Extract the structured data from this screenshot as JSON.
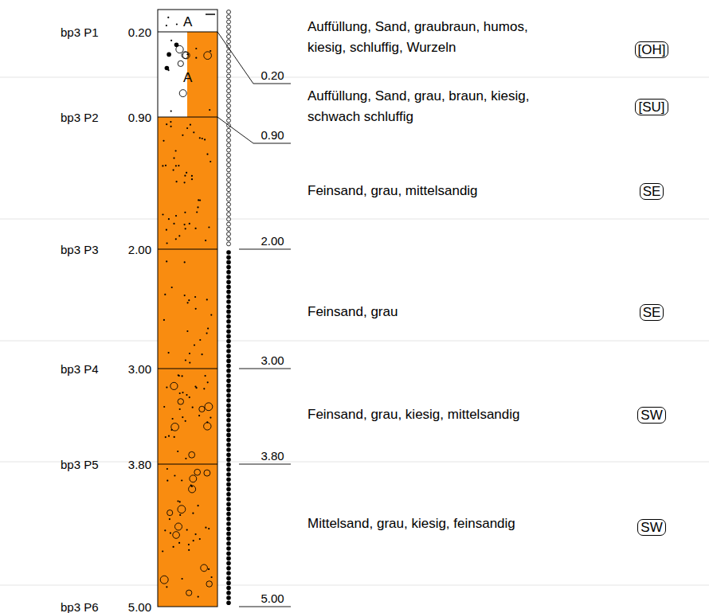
{
  "diagram": {
    "labels": [
      "bp3 P1",
      "0.20",
      "bp3 P2",
      "0.90",
      "bp3 P3",
      "2.00",
      "bp3 P4",
      "3.00",
      "bp3 P5",
      "3.80",
      "bp3 P6",
      "5.00",
      "A",
      "A",
      "0.20",
      "0.90",
      "2.00",
      "3.00",
      "3.80",
      "5.00",
      "Auffüllung, Sand, graubraun, humos, kiesig, schluffig, Wurzeln",
      "Auffüllung, Sand, grau, braun, kiesig, schwach schluffig",
      "Feinsand, grau, mittelsandig",
      "Feinsand, grau",
      "Feinsand, grau, kiesig, mittelsandig",
      "Mittelsand, grau, kiesig, feinsandig",
      "[OH]",
      "[SU]",
      "SE",
      "SE",
      "SW",
      "SW"
    ]
  }
}
